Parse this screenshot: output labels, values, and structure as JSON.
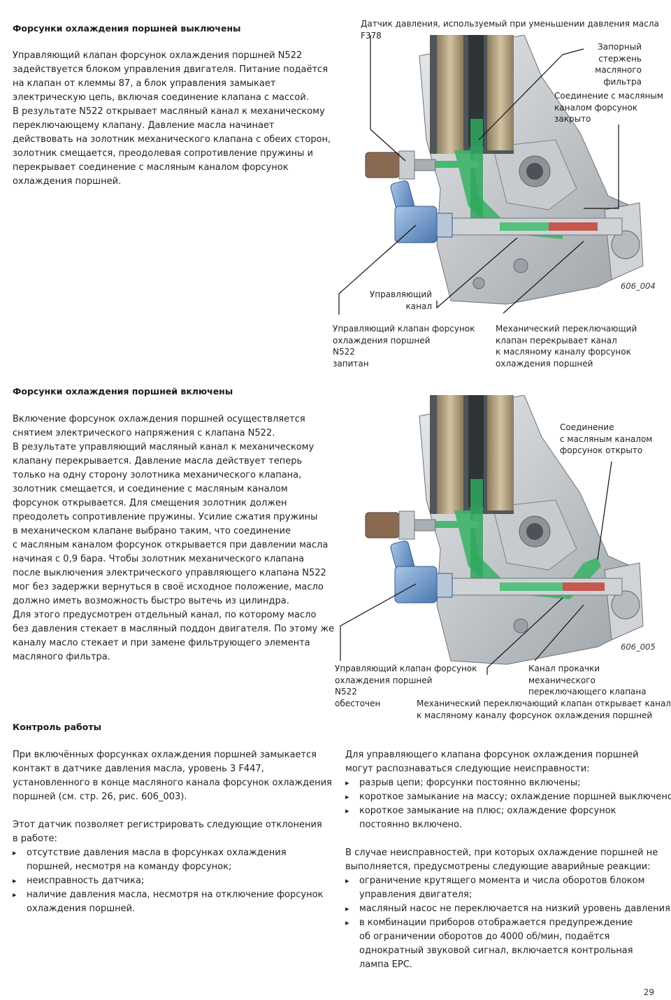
{
  "section1": {
    "heading": "Форсунки охлаждения поршней выключены",
    "lines": [
      "Управляющий клапан форсунок охлаждения поршней N522",
      "задействуется блоком управления двигателя. Питание подаётся",
      "на клапан от клеммы 87, а блок управления замыкает",
      "электрическую цепь, включая соединение клапана с массой.",
      "В результате N522 открывает масляный канал к механическому",
      "переключающему клапану. Давление масла начинает",
      "действовать на золотник механического клапана с обеих сторон,",
      "золотник смещается, преодолевая сопротивление пружины и",
      "перекрывает соединение с масляным каналом форсунок",
      "охлаждения поршней."
    ]
  },
  "figure1": {
    "labels": {
      "pressure_sensor": [
        "Датчик давления, используемый при уменьшении давления масла",
        "F378"
      ],
      "check_rod": [
        "Запорный",
        "стержень",
        "масляного",
        "фильтра"
      ],
      "connection_closed": [
        "Соединение с масляным",
        "каналом форсунок",
        "закрыто"
      ],
      "control_channel": [
        "Управляющий",
        "канал"
      ],
      "valve_powered": [
        "Управляющий клапан форсунок",
        "охлаждения поршней",
        "N522",
        "запитан"
      ],
      "mech_valve_blocks": [
        "Механический переключающий",
        "клапан перекрывает канал",
        "к масляному каналу форсунок",
        "охлаждения поршней"
      ]
    },
    "number": "606_004"
  },
  "section2": {
    "heading": "Форсунки охлаждения поршней включены",
    "lines": [
      "Включение форсунок охлаждения поршней осуществляется",
      "снятием электрического напряжения с клапана N522.",
      "В результате управляющий масляный канал к механическому",
      "клапану перекрывается. Давление масла действует теперь",
      "только на одну сторону золотника механического клапана,",
      "золотник смещается, и соединение с масляным каналом",
      "форсунок открывается. Для смещения золотник должен",
      "преодолеть сопротивление пружины. Усилие сжатия пружины",
      "в механическом клапане выбрано таким, что соединение",
      "с масляным каналом форсунок открывается при давлении масла",
      "начиная с 0,9 бара. Чтобы золотник механического клапана",
      "после выключения электрического управляющего клапана N522",
      "мог без задержки вернуться в своё исходное положение, масло",
      "должно иметь возможность быстро вытечь из цилиндра.",
      "Для этого предусмотрен отдельный канал, по которому масло",
      "без давления стекает в масляный поддон двигателя. По этому же",
      "каналу масло стекает и при замене фильтрующего элемента",
      "масляного фильтра."
    ]
  },
  "figure2": {
    "labels": {
      "connection_open": [
        "Соединение",
        "с масляным каналом",
        "форсунок открыто"
      ],
      "valve_unpowered": [
        "Управляющий клапан форсунок",
        "охлаждения поршней",
        "N522",
        "обесточен"
      ],
      "bleed_channel": [
        "Канал прокачки",
        "механического",
        "переключающего клапана"
      ],
      "mech_valve_opens": [
        "Механический переключающий клапан открывает канал",
        "к масляному каналу форсунок охлаждения поршней"
      ]
    },
    "number": "606_005"
  },
  "section3": {
    "heading": "Контроль работы",
    "left_intro": [
      "При включённых форсунках охлаждения поршней замыкается",
      "контакт в датчике давления масла, уровень 3 F447,",
      "установленного в конце масляного канала форсунок охлаждения",
      "поршней (см. стр. 26, рис. 606_003)."
    ],
    "left_intro2": [
      "Этот датчик позволяет регистрировать следующие отклонения",
      "в работе:"
    ],
    "left_bullets": [
      [
        "отсутствие давления масла в форсунках охлаждения",
        "поршней, несмотря на команду форсунок;"
      ],
      [
        "неисправность датчика;"
      ],
      [
        "наличие давления масла, несмотря на отключение форсунок",
        "охлаждения поршней."
      ]
    ],
    "right_intro": [
      "Для управляющего клапана форсунок охлаждения поршней",
      "могут распознаваться следующие неисправности:"
    ],
    "right_bullets1": [
      [
        "разрыв цепи; форсунки постоянно включены;"
      ],
      [
        "короткое замыкание на массу; охлаждение поршней выключено;"
      ],
      [
        "короткое замыкание на плюс; охлаждение форсунок",
        "постоянно включено."
      ]
    ],
    "right_intro2": [
      "В случае неисправностей, при которых охлаждение поршней не",
      "выполняется, предусмотрены следующие аварийные реакции:"
    ],
    "right_bullets2": [
      [
        "ограничение крутящего момента и числа оборотов блоком",
        "управления двигателя;"
      ],
      [
        "масляный насос не переключается на низкий уровень давления;"
      ],
      [
        "в комбинации приборов отображается предупреждение",
        "об ограничении оборотов до 4000 об/мин, подаётся",
        "однократный звуковой сигнал, включается контрольная",
        "лампа EPC."
      ]
    ]
  },
  "page_number": "29"
}
